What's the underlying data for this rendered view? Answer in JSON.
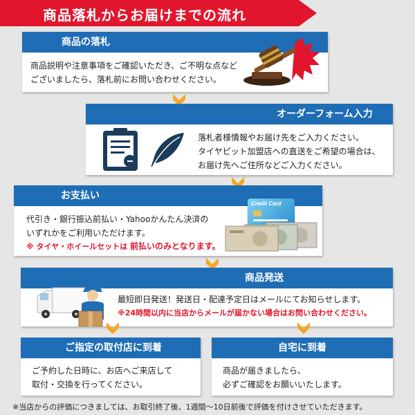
{
  "banner": {
    "title": "商品落札からお届けまでの流れ"
  },
  "steps": {
    "bid": {
      "title": "商品の落札",
      "lines": [
        "商品説明や注意事項をご確認いただき、ご不明な点など",
        "ございましたら、落札前にお問い合わせください。"
      ],
      "icon": "gavel-icon"
    },
    "order": {
      "title": "オーダーフォーム入力",
      "lines": [
        "落札者様情報やお届け先をご入力ください。",
        "タイヤピット加盟店への直送をご希望の場合は、",
        "お届け先へご住所などご入力ください。"
      ],
      "icons": [
        "clipboard-icon",
        "quill-pen-icon"
      ]
    },
    "payment": {
      "title": "お支払い",
      "lines": [
        "代引き・銀行振込前払い・Yahooかんたん決済の",
        "いずれかをご利用いただけます。"
      ],
      "note_prefix": "※ タイヤ・ホイールセットは",
      "note_emph": "前払いのみとなります。",
      "card_brand": "Credit Card",
      "icons": [
        "credit-card-icon",
        "banknotes-icon"
      ]
    },
    "shipping": {
      "title": "商品発送",
      "line": "最短即日発送！発送日・配達予定日はメールにてお知らせします。",
      "note": "※24時間以内に当店からメールが届かない場合はお問い合わせください。",
      "icons": [
        "delivery-truck-icon",
        "delivery-worker-icon"
      ]
    },
    "store": {
      "title": "ご指定の取付店に到着",
      "lines": [
        "ご予約した日時に、お店へご来店して",
        "取付・交換を行ってください。"
      ]
    },
    "home": {
      "title": "自宅に到着",
      "lines": [
        "商品が届きましたら、",
        "必ずご確認をお願いいたします。"
      ]
    }
  },
  "footnote": "※当店からの評価につきましては、お取引終了後、1週間〜10日前後で評価を付けさせていただきます。",
  "colors": {
    "red": "#e1162c",
    "blue": "#1f6db5",
    "arrow": "#f5a623",
    "background": "#e6e6e6"
  }
}
